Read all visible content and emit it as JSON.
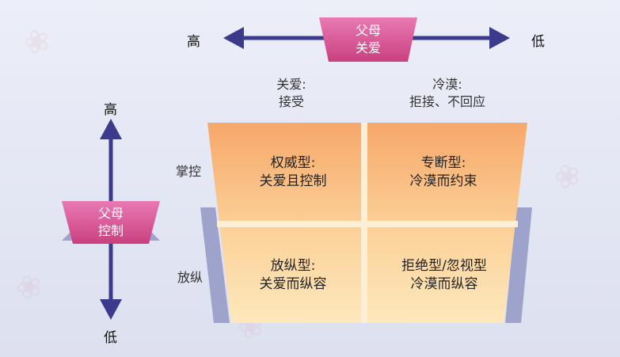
{
  "care_axis": {
    "tag_line1": "父母",
    "tag_line2": "关爱",
    "high": "高",
    "low": "低",
    "left_col_header": [
      "关爱:",
      "接受"
    ],
    "right_col_header": [
      "冷漠:",
      "拒接、不回应"
    ]
  },
  "control_axis": {
    "tag_line1": "父母",
    "tag_line2": "控制",
    "high": "高",
    "low": "低",
    "row_top": "掌控",
    "row_bottom": "放纵"
  },
  "quadrants": {
    "top_left": [
      "权威型:",
      "关爱且控制"
    ],
    "top_right": [
      "专断型:",
      "冷漠而约束"
    ],
    "bottom_left": [
      "放纵型:",
      "关爱而纵容"
    ],
    "bottom_right": [
      "拒绝型/忽视型",
      "冷漠而纵容"
    ]
  },
  "colors": {
    "arrow": "#3b3a8c",
    "tag": "#d14b8f",
    "grid_top": "#f6a86a",
    "grid_bottom": "#fde4b4"
  }
}
